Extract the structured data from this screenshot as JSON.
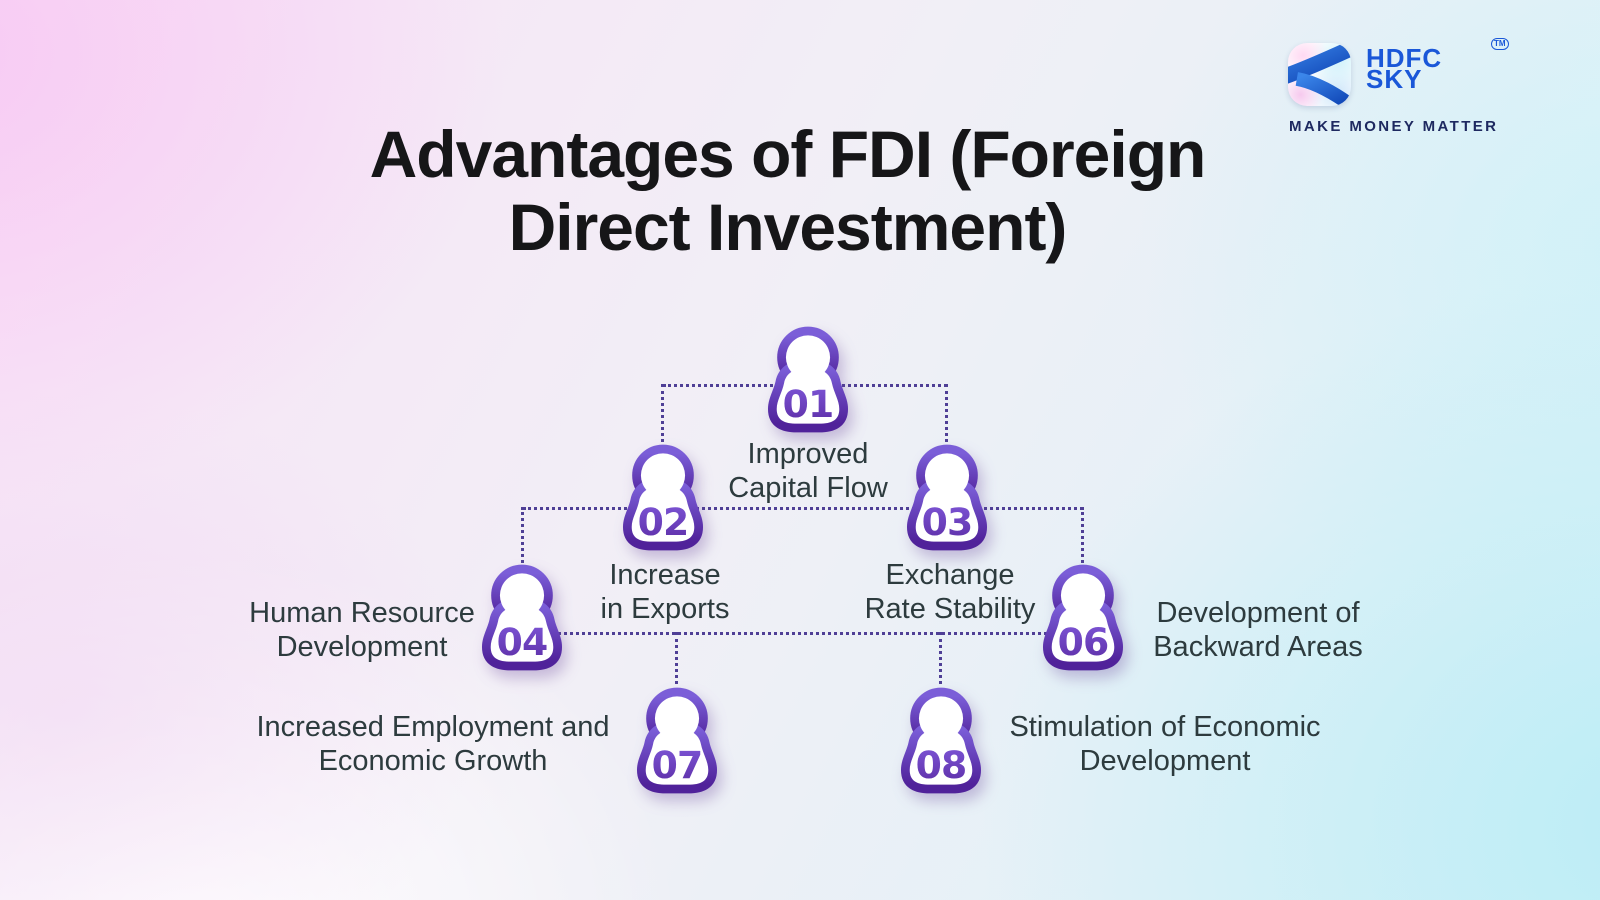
{
  "title": {
    "line1": "Advantages of FDI (Foreign",
    "line2": "Direct Investment)"
  },
  "logo": {
    "brand_top": "HDFC",
    "brand_bottom": "SKY",
    "trademark": "TM",
    "tagline": "MAKE MONEY MATTER"
  },
  "nodes": [
    {
      "number": "01",
      "label1": "Improved",
      "label2": "Capital Flow"
    },
    {
      "number": "02",
      "label1": "Increase",
      "label2": "in Exports"
    },
    {
      "number": "03",
      "label1": "Exchange",
      "label2": "Rate Stability"
    },
    {
      "number": "04",
      "label1": "Human Resource",
      "label2": "Development"
    },
    {
      "number": "06",
      "label1": "Development of",
      "label2": "Backward Areas"
    },
    {
      "number": "07",
      "label1": "Increased Employment and",
      "label2": "Economic Growth"
    },
    {
      "number": "08",
      "label1": "Stimulation of Economic",
      "label2": "Development"
    }
  ],
  "colors": {
    "icon_stroke_top": "#7b5ed8",
    "icon_stroke_bottom": "#50229a",
    "number_top": "#7e57d8",
    "number_bottom": "#5c2da5",
    "connector": "#4f3f96",
    "title_text": "#161618",
    "label_text": "#2d3b3e",
    "logo_blue": "#1a57d8",
    "logo_navy": "#1e2960",
    "bg_pink": "#f7c9f3",
    "bg_cyan": "#baecf6"
  }
}
